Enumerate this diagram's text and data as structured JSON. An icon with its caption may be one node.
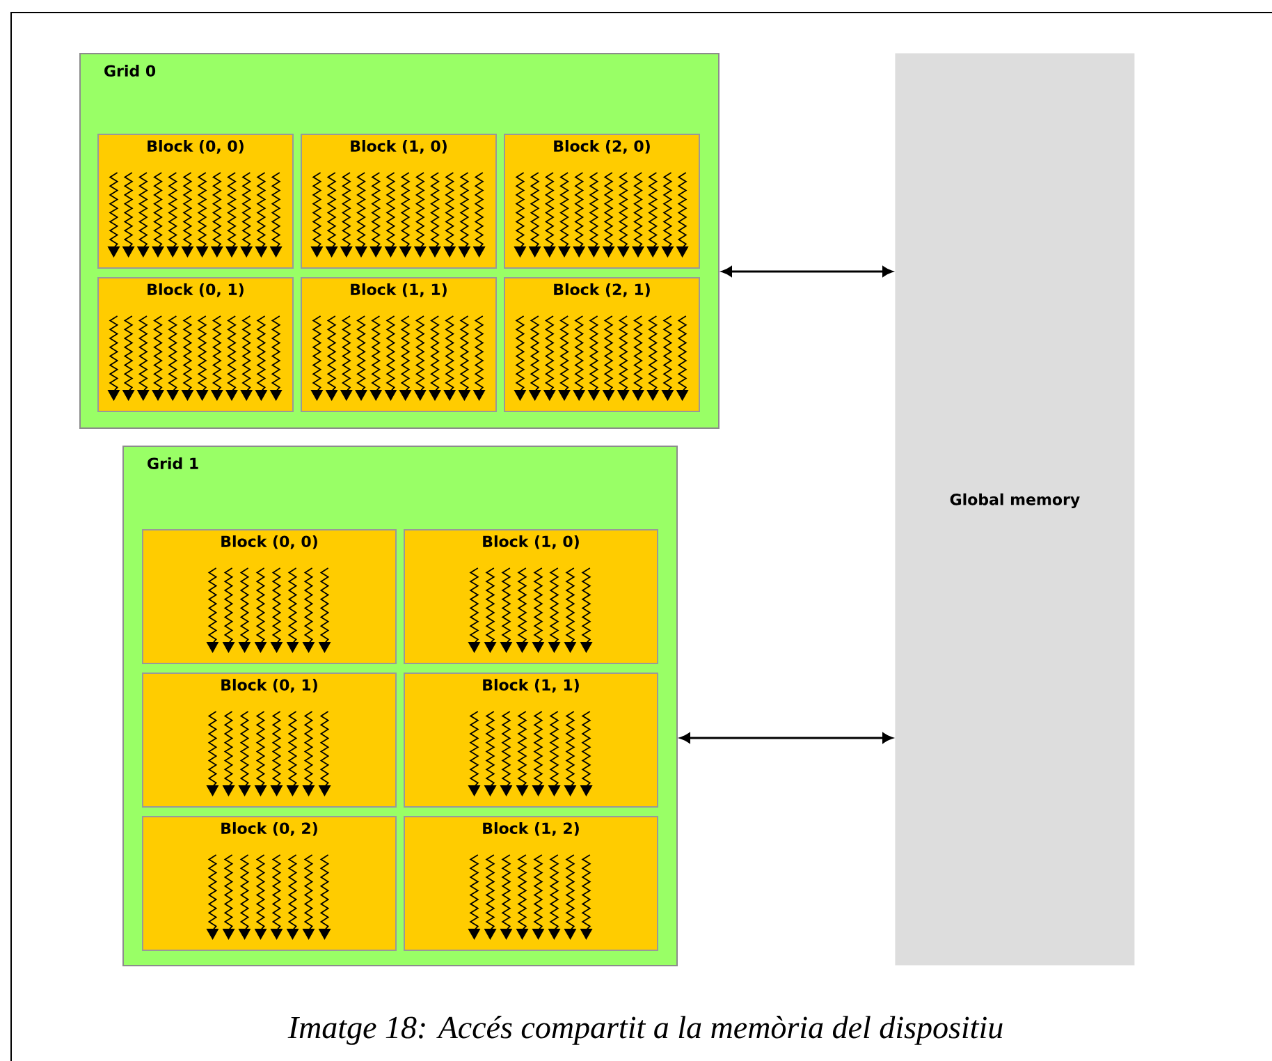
{
  "diagram": {
    "caption": "Imatge 18: Accés compartit a la memòria del dispositiu",
    "nodes": [
      {
        "text": [
          "Grid 0"
        ]
      },
      {
        "text": [
          "Block (0, 0)"
        ],
        "in": 0
      },
      {
        "text": [
          "Block (1, 0)"
        ],
        "in": 0
      },
      {
        "text": [
          "Block (2, 0)"
        ],
        "in": 0
      },
      {
        "text": [
          "Block (0, 1)"
        ],
        "in": 0
      },
      {
        "text": [
          "Block (1, 1)"
        ],
        "in": 0
      },
      {
        "text": [
          "Block (2, 1)"
        ],
        "in": 0
      },
      {
        "text": [
          "Grid 1"
        ]
      },
      {
        "text": [
          "Block (0, 0)"
        ],
        "in": 7
      },
      {
        "text": [
          "Block (1, 0)"
        ],
        "in": 7
      },
      {
        "text": [
          "Block (0, 1)"
        ],
        "in": 7
      },
      {
        "text": [
          "Block (1, 1)"
        ],
        "in": 7
      },
      {
        "text": [
          "Block (0, 2)"
        ],
        "in": 7
      },
      {
        "text": [
          "Block (1, 2)"
        ],
        "in": 7
      },
      {
        "text": [
          "Global memory"
        ]
      }
    ],
    "edges": [
      {
        "from": 0,
        "to": 14,
        "arrow": "both"
      },
      {
        "from": 7,
        "to": 14,
        "arrow": "both"
      }
    ]
  }
}
